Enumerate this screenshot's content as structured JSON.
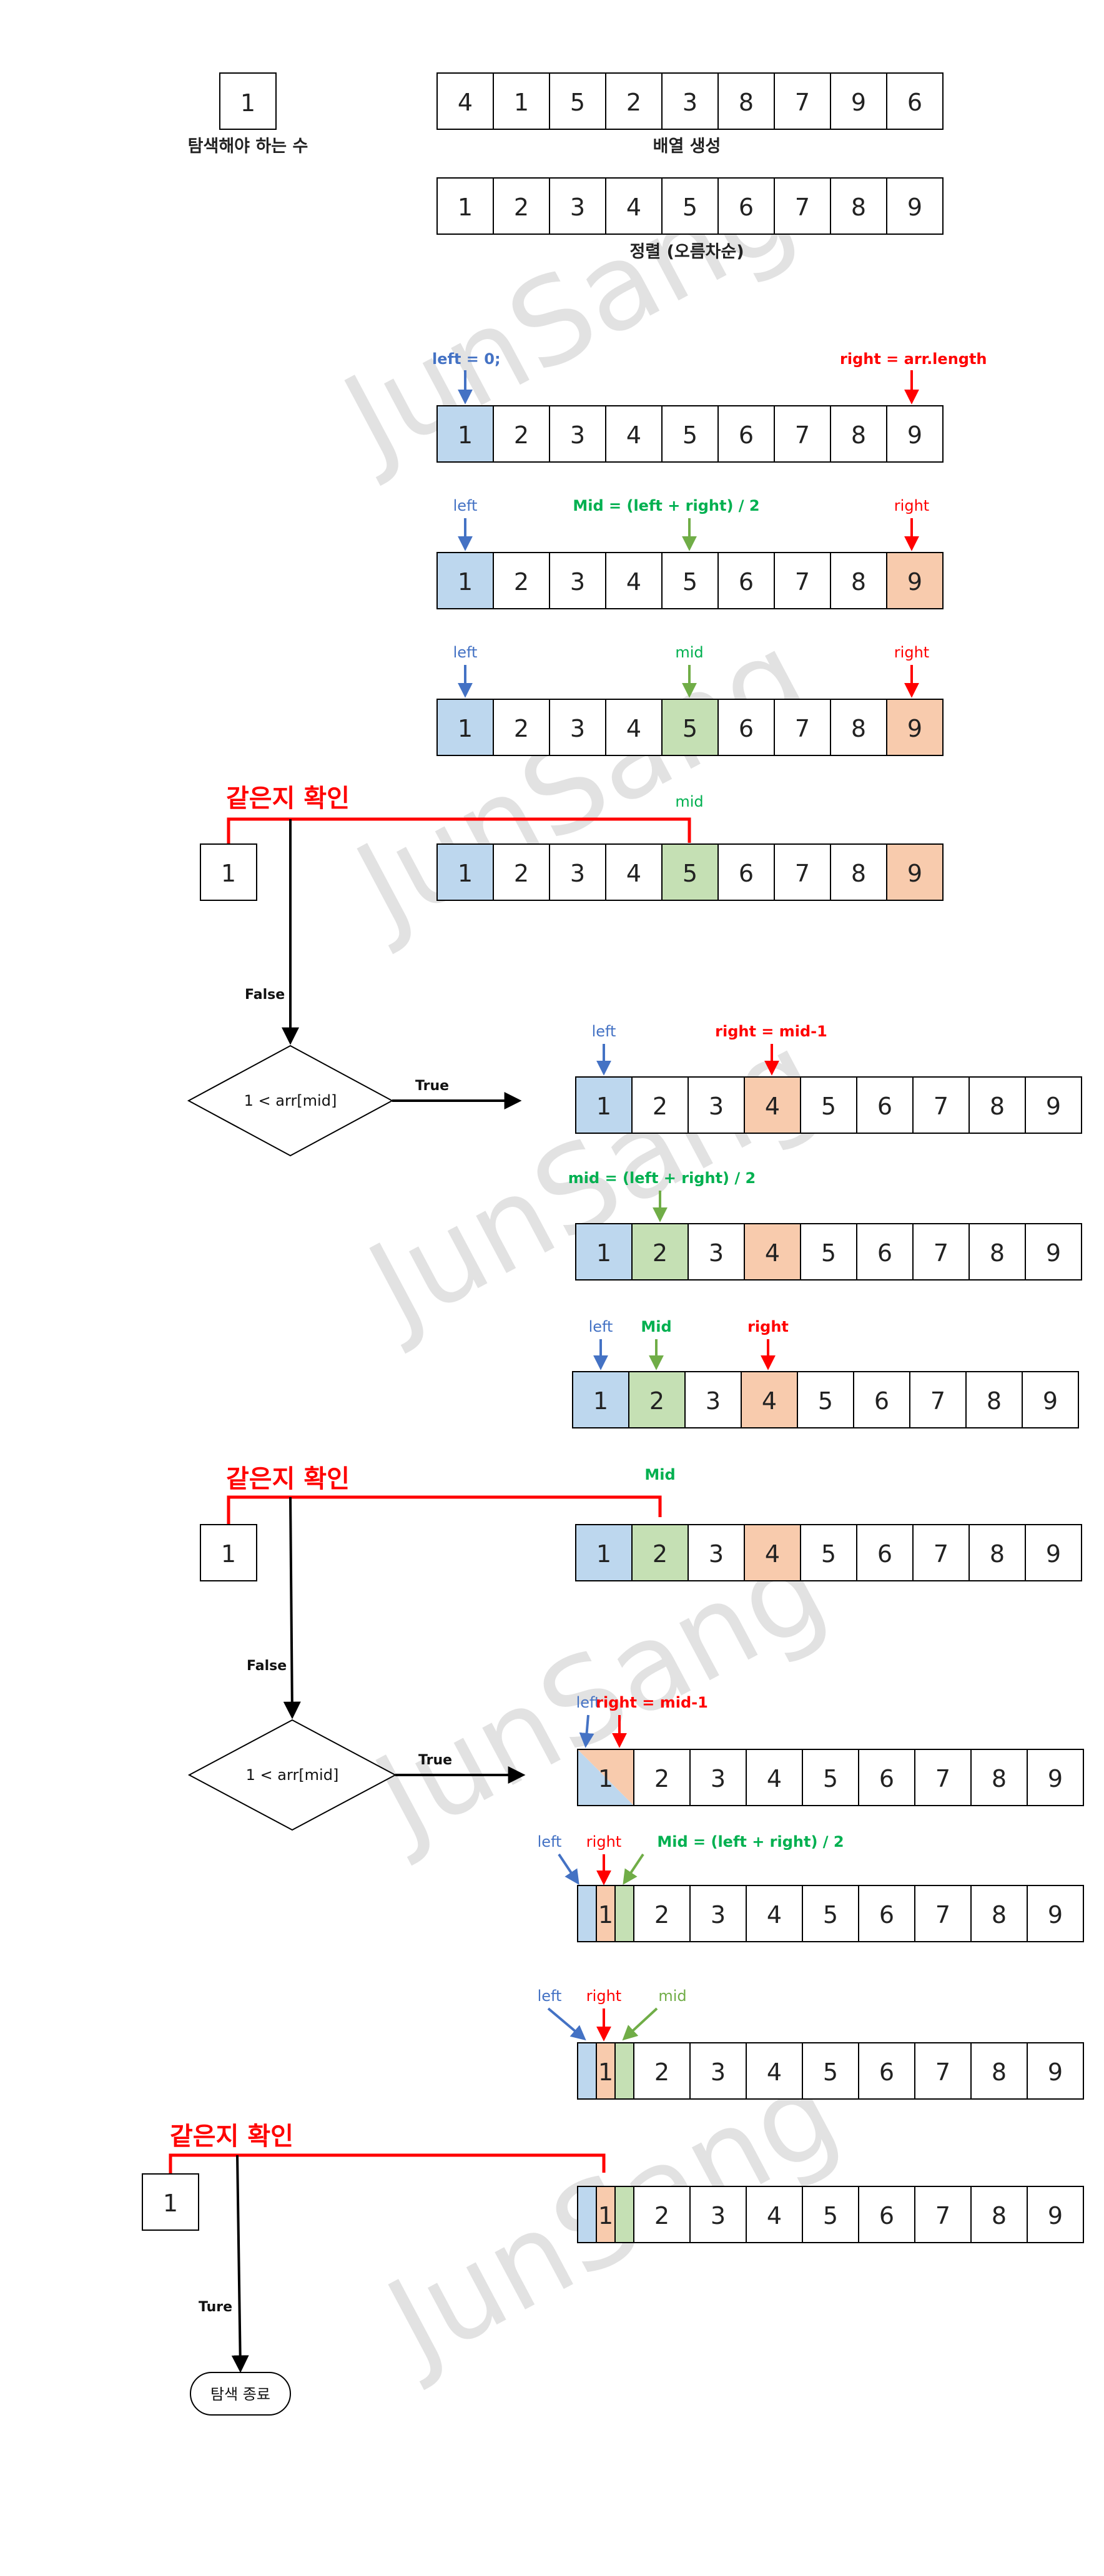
{
  "title": "",
  "target": {
    "value": "1",
    "caption": "탐색해야 하는 수"
  },
  "steps": {
    "create": {
      "values": [
        "4",
        "1",
        "5",
        "2",
        "3",
        "8",
        "7",
        "9",
        "6"
      ],
      "caption": "배열 생성"
    },
    "sorted": {
      "values": [
        "1",
        "2",
        "3",
        "4",
        "5",
        "6",
        "7",
        "8",
        "9"
      ],
      "caption": "정렬 (오름차순)"
    }
  },
  "pointer_labels": {
    "left_init": "left = 0;",
    "right_init": "right = arr.length",
    "left": "left",
    "right": "right",
    "mid": "mid",
    "Mid": "Mid",
    "mid_formula_1": "Mid = (left + right) / 2",
    "mid_formula_2": "mid = (left + right) / 2",
    "right_update": "right = mid-1"
  },
  "check_label": "같은지 확인",
  "compare_condition": "1 < arr[mid]",
  "flow_labels": {
    "false": "False",
    "true": "True",
    "true_misspelled": "Ture"
  },
  "end_label": "탐색 종료",
  "watermark": "JunSang",
  "colors": {
    "left_fill": "#bdd7ee",
    "mid_fill": "#c5e0b4",
    "right_fill": "#f8cbad",
    "left_label": "#4472c4",
    "mid_label": "#00b050",
    "right_label": "#ff0000",
    "check_line": "#ff0000",
    "mid_arrow": "#70ad47",
    "flow_line": "#000000"
  }
}
